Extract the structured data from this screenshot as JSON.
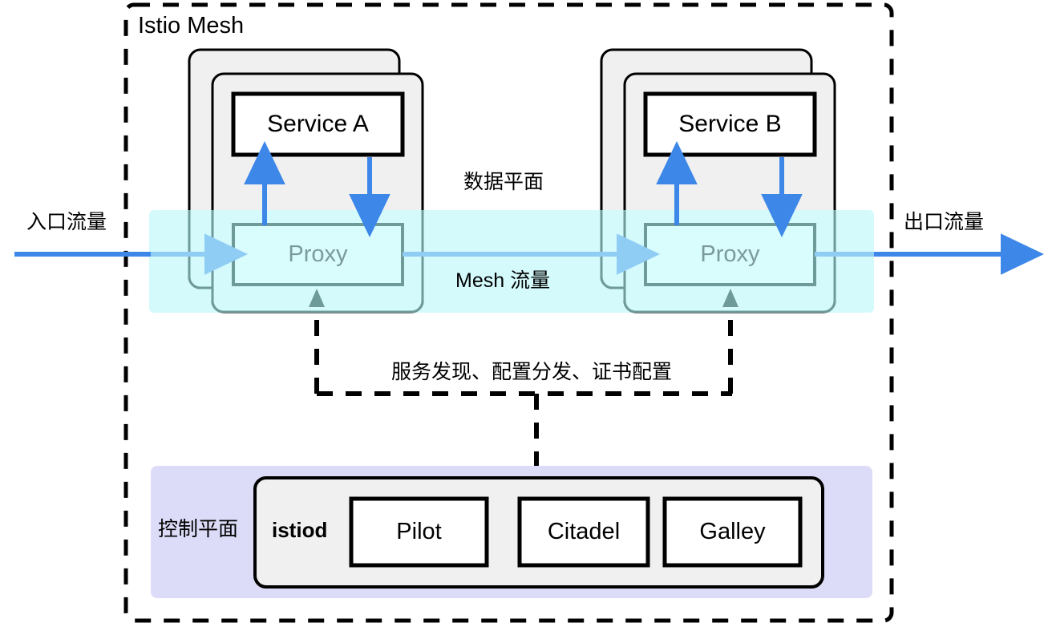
{
  "diagram": {
    "title": "Istio Mesh",
    "data_plane_label": "数据平面",
    "mesh_traffic_label": "Mesh 流量",
    "ingress_label": "入口流量",
    "egress_label": "出口流量",
    "config_flow_label": "服务发现、配置分发、证书配置",
    "control_plane_label": "控制平面",
    "istiod_label": "istiod"
  },
  "pods": [
    {
      "service": "Service A",
      "proxy": "Proxy"
    },
    {
      "service": "Service B",
      "proxy": "Proxy"
    }
  ],
  "control_plane_components": [
    {
      "name": "Pilot"
    },
    {
      "name": "Citadel"
    },
    {
      "name": "Galley"
    }
  ],
  "colors": {
    "mesh_border": "#000000",
    "mesh_band_fill": "#d4fafc",
    "pod_fill": "#f0f0f0",
    "pod_border": "#000000",
    "pod_border_in_mesh": "#6e9a9a",
    "service_fill": "#ffffff",
    "service_border": "#000000",
    "proxy_fill": "#d9fcfd",
    "proxy_border": "#6e9a9a",
    "arrow_blue": "#3d87e8",
    "arrow_light_blue": "#8fcdf5",
    "control_plane_fill": "#dcdcf8",
    "istiod_fill": "#f0f0f0",
    "istiod_border": "#000000",
    "config_line": "#000000",
    "config_arrow_head": "#6e9a9a"
  }
}
